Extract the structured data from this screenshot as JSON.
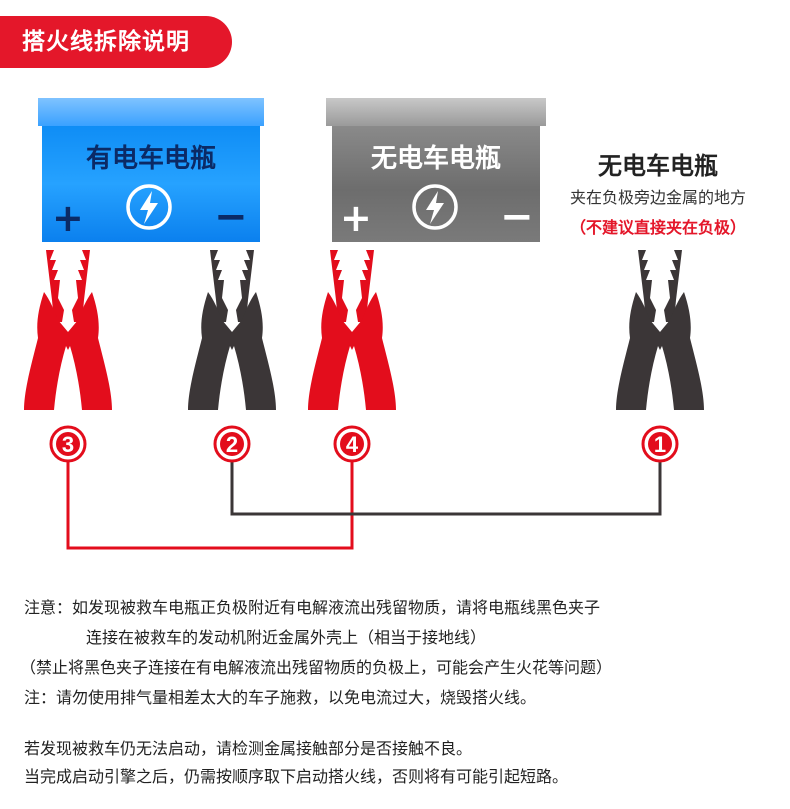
{
  "header": {
    "title": "搭火线拆除说明"
  },
  "batteries": {
    "charged": {
      "title": "有电车电瓶",
      "plus": "+",
      "minus": "−"
    },
    "dead": {
      "title": "无电车电瓶",
      "plus": "+",
      "minus": "−"
    }
  },
  "dead_car_label": {
    "title": "无电车电瓶",
    "line1": "夹在负极旁边金属的地方",
    "warning": "（不建议直接夹在负极）"
  },
  "clips": [
    {
      "number": "3",
      "color": "#e30d1c"
    },
    {
      "number": "2",
      "color": "#3b3637"
    },
    {
      "number": "4",
      "color": "#e30d1c"
    },
    {
      "number": "1",
      "color": "#3b3637"
    }
  ],
  "colors": {
    "red": "#e30d1c",
    "black": "#3b3637",
    "blue": "#1a8cff",
    "gray": "#7b7b7b",
    "accent": "#e4172a"
  },
  "icons": [
    "bolt-icon"
  ],
  "notes": {
    "line1": "注意：如发现被救车电瓶正负极附近有电解液流出残留物质，请将电瓶线黑色夹子",
    "line2": "连接在被救车的发动机附近金属外壳上（相当于接地线）",
    "line3": "（禁止将黑色夹子连接在有电解液流出残留物质的负极上，可能会产生火花等问题）",
    "line4": "注：请勿使用排气量相差太大的车子施救，以免电流过大，烧毁搭火线。",
    "line5": "若发现被救车仍无法启动，请检测金属接触部分是否接触不良。",
    "line6": "当完成启动引擎之后，仍需按顺序取下启动搭火线，否则将有可能引起短路。"
  }
}
